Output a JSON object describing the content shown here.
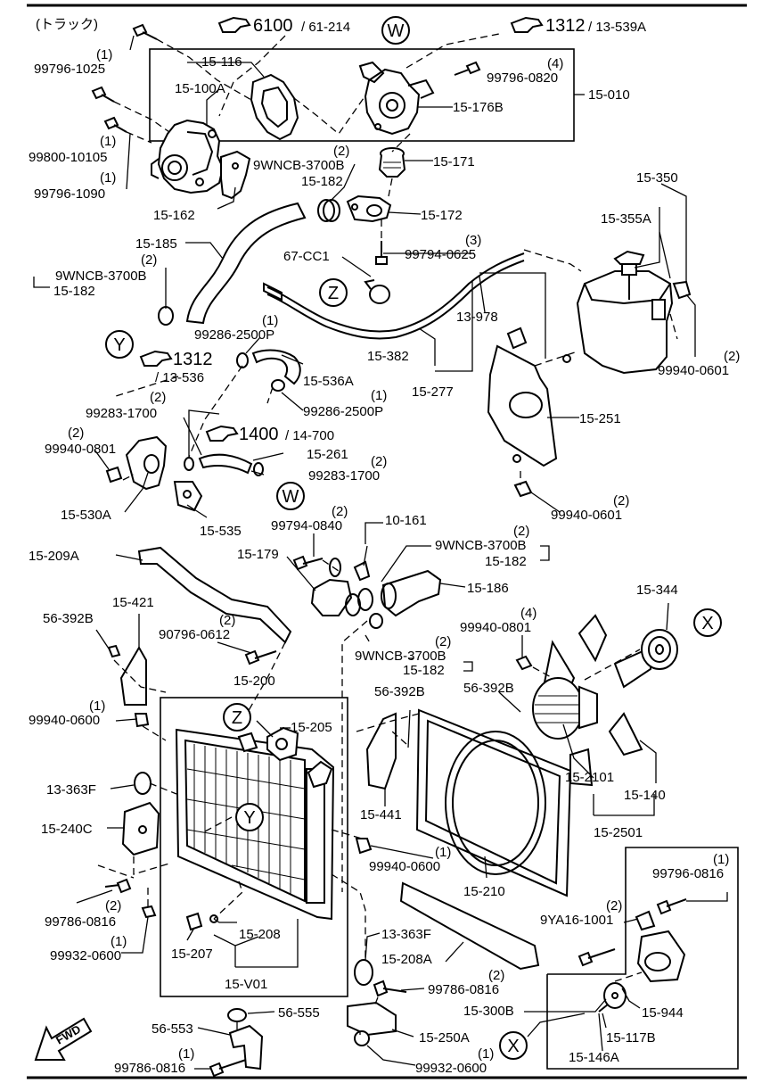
{
  "header": {
    "vehicle": "(トラック)"
  },
  "refs": {
    "r6100_a": "6100",
    "r6100_b": "/ 61-214",
    "r1312a_a": "1312",
    "r1312a_b": "/ 13-539A",
    "r1312b_a": "1312",
    "r1312b_b": "/ 13-536",
    "r1400_a": "1400",
    "r1400_b": "/ 14-700"
  },
  "markers": {
    "W": "W",
    "Y": "Y",
    "Z": "Z",
    "X": "X"
  },
  "qty": {
    "one": "(1)",
    "two": "(2)",
    "three": "(3)",
    "four": "(4)"
  },
  "labels": {
    "p99796_1025": "99796-1025",
    "p15_116": "15-116",
    "p15_100A": "15-100A",
    "p99796_0820": "99796-0820",
    "p15_176B": "15-176B",
    "p15_010": "15-010",
    "p99800_10105": "99800-10105",
    "p99796_1090": "99796-1090",
    "p9WNCB_a": "9WNCB-3700B",
    "p15_171": "15-171",
    "p15_182_a": "15-182",
    "p15_162": "15-162",
    "p15_172": "15-172",
    "p15_350": "15-350",
    "p15_355A": "15-355A",
    "p15_185": "15-185",
    "p67_CC1": "67-CC1",
    "p99794_0625": "99794-0625",
    "p9WNCB_b": "9WNCB-3700B",
    "p15_182_b": "15-182",
    "p13_978": "13-978",
    "p99286_2500P_a": "99286-2500P",
    "p15_382": "15-382",
    "p99940_0601_a": "99940-0601",
    "p15_536A": "15-536A",
    "p15_277": "15-277",
    "p99283_1700_a": "99283-1700",
    "p99286_2500P_b": "99286-2500P",
    "p15_251": "15-251",
    "p99940_0801_a": "99940-0801",
    "p15_261": "15-261",
    "p99283_1700_b": "99283-1700",
    "p15_530A": "15-530A",
    "p15_535": "15-535",
    "p99940_0601_b": "99940-0601",
    "p99794_0840": "99794-0840",
    "p10_161": "10-161",
    "p15_209A": "15-209A",
    "p15_179": "15-179",
    "p9WNCB_c": "9WNCB-3700B",
    "p15_182_c": "15-182",
    "p15_186": "15-186",
    "p15_421": "15-421",
    "p56_392B_a": "56-392B",
    "p90796_0612": "90796-0612",
    "p15_344": "15-344",
    "p99940_0801_b": "99940-0801",
    "p9WNCB_d": "9WNCB-3700B",
    "p15_182_d": "15-182",
    "p15_200": "15-200",
    "p99940_0600_a": "99940-0600",
    "p56_392B_b": "56-392B",
    "p56_392B_c": "56-392B",
    "p15_205": "15-205",
    "p13_363F_a": "13-363F",
    "p15_2101": "15-2101",
    "p15_140": "15-140",
    "p15_441": "15-441",
    "p15_240C": "15-240C",
    "p15_2501": "15-2501",
    "p99940_0600_b": "99940-0600",
    "p15_210": "15-210",
    "p99796_0816": "99796-0816",
    "p99786_0816_a": "99786-0816",
    "p9YA16_1001": "9YA16-1001",
    "p15_208": "15-208",
    "p13_363F_b": "13-363F",
    "p99932_0600_a": "99932-0600",
    "p15_207": "15-207",
    "p15_208A": "15-208A",
    "p15_V01": "15-V01",
    "p99786_0816_b": "99786-0816",
    "p15_944": "15-944",
    "p15_300B": "15-300B",
    "p56_555": "56-555",
    "p56_553": "56-553",
    "p15_250A": "15-250A",
    "p15_117B": "15-117B",
    "p99786_0816_c": "99786-0816",
    "p99932_0600_b": "99932-0600",
    "p15_146A": "15-146A",
    "fwd": "FWD"
  }
}
